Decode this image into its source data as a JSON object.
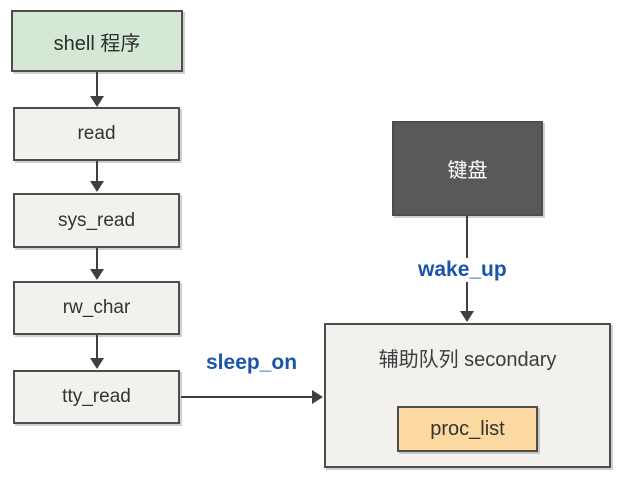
{
  "nodes": {
    "shell": {
      "label": "shell 程序"
    },
    "read": {
      "label": "read"
    },
    "sys_read": {
      "label": "sys_read"
    },
    "rw_char": {
      "label": "rw_char"
    },
    "tty_read": {
      "label": "tty_read"
    },
    "keyboard": {
      "label": "键盘"
    },
    "secondary": {
      "label": "辅助队列 secondary"
    },
    "proc_list": {
      "label": "proc_list"
    }
  },
  "edges": {
    "sleep_on": {
      "label": "sleep_on"
    },
    "wake_up": {
      "label": "wake_up"
    }
  },
  "colors": {
    "green_fill": "#d5e8d4",
    "gray_fill": "#f2f1ee",
    "dark_fill": "#595959",
    "tan_fill": "#fbd9a0",
    "border": "#4d4d4d",
    "arrow": "#3f3f3f",
    "edge_label_blue": "#1b55a9",
    "background": "#ffffff"
  }
}
